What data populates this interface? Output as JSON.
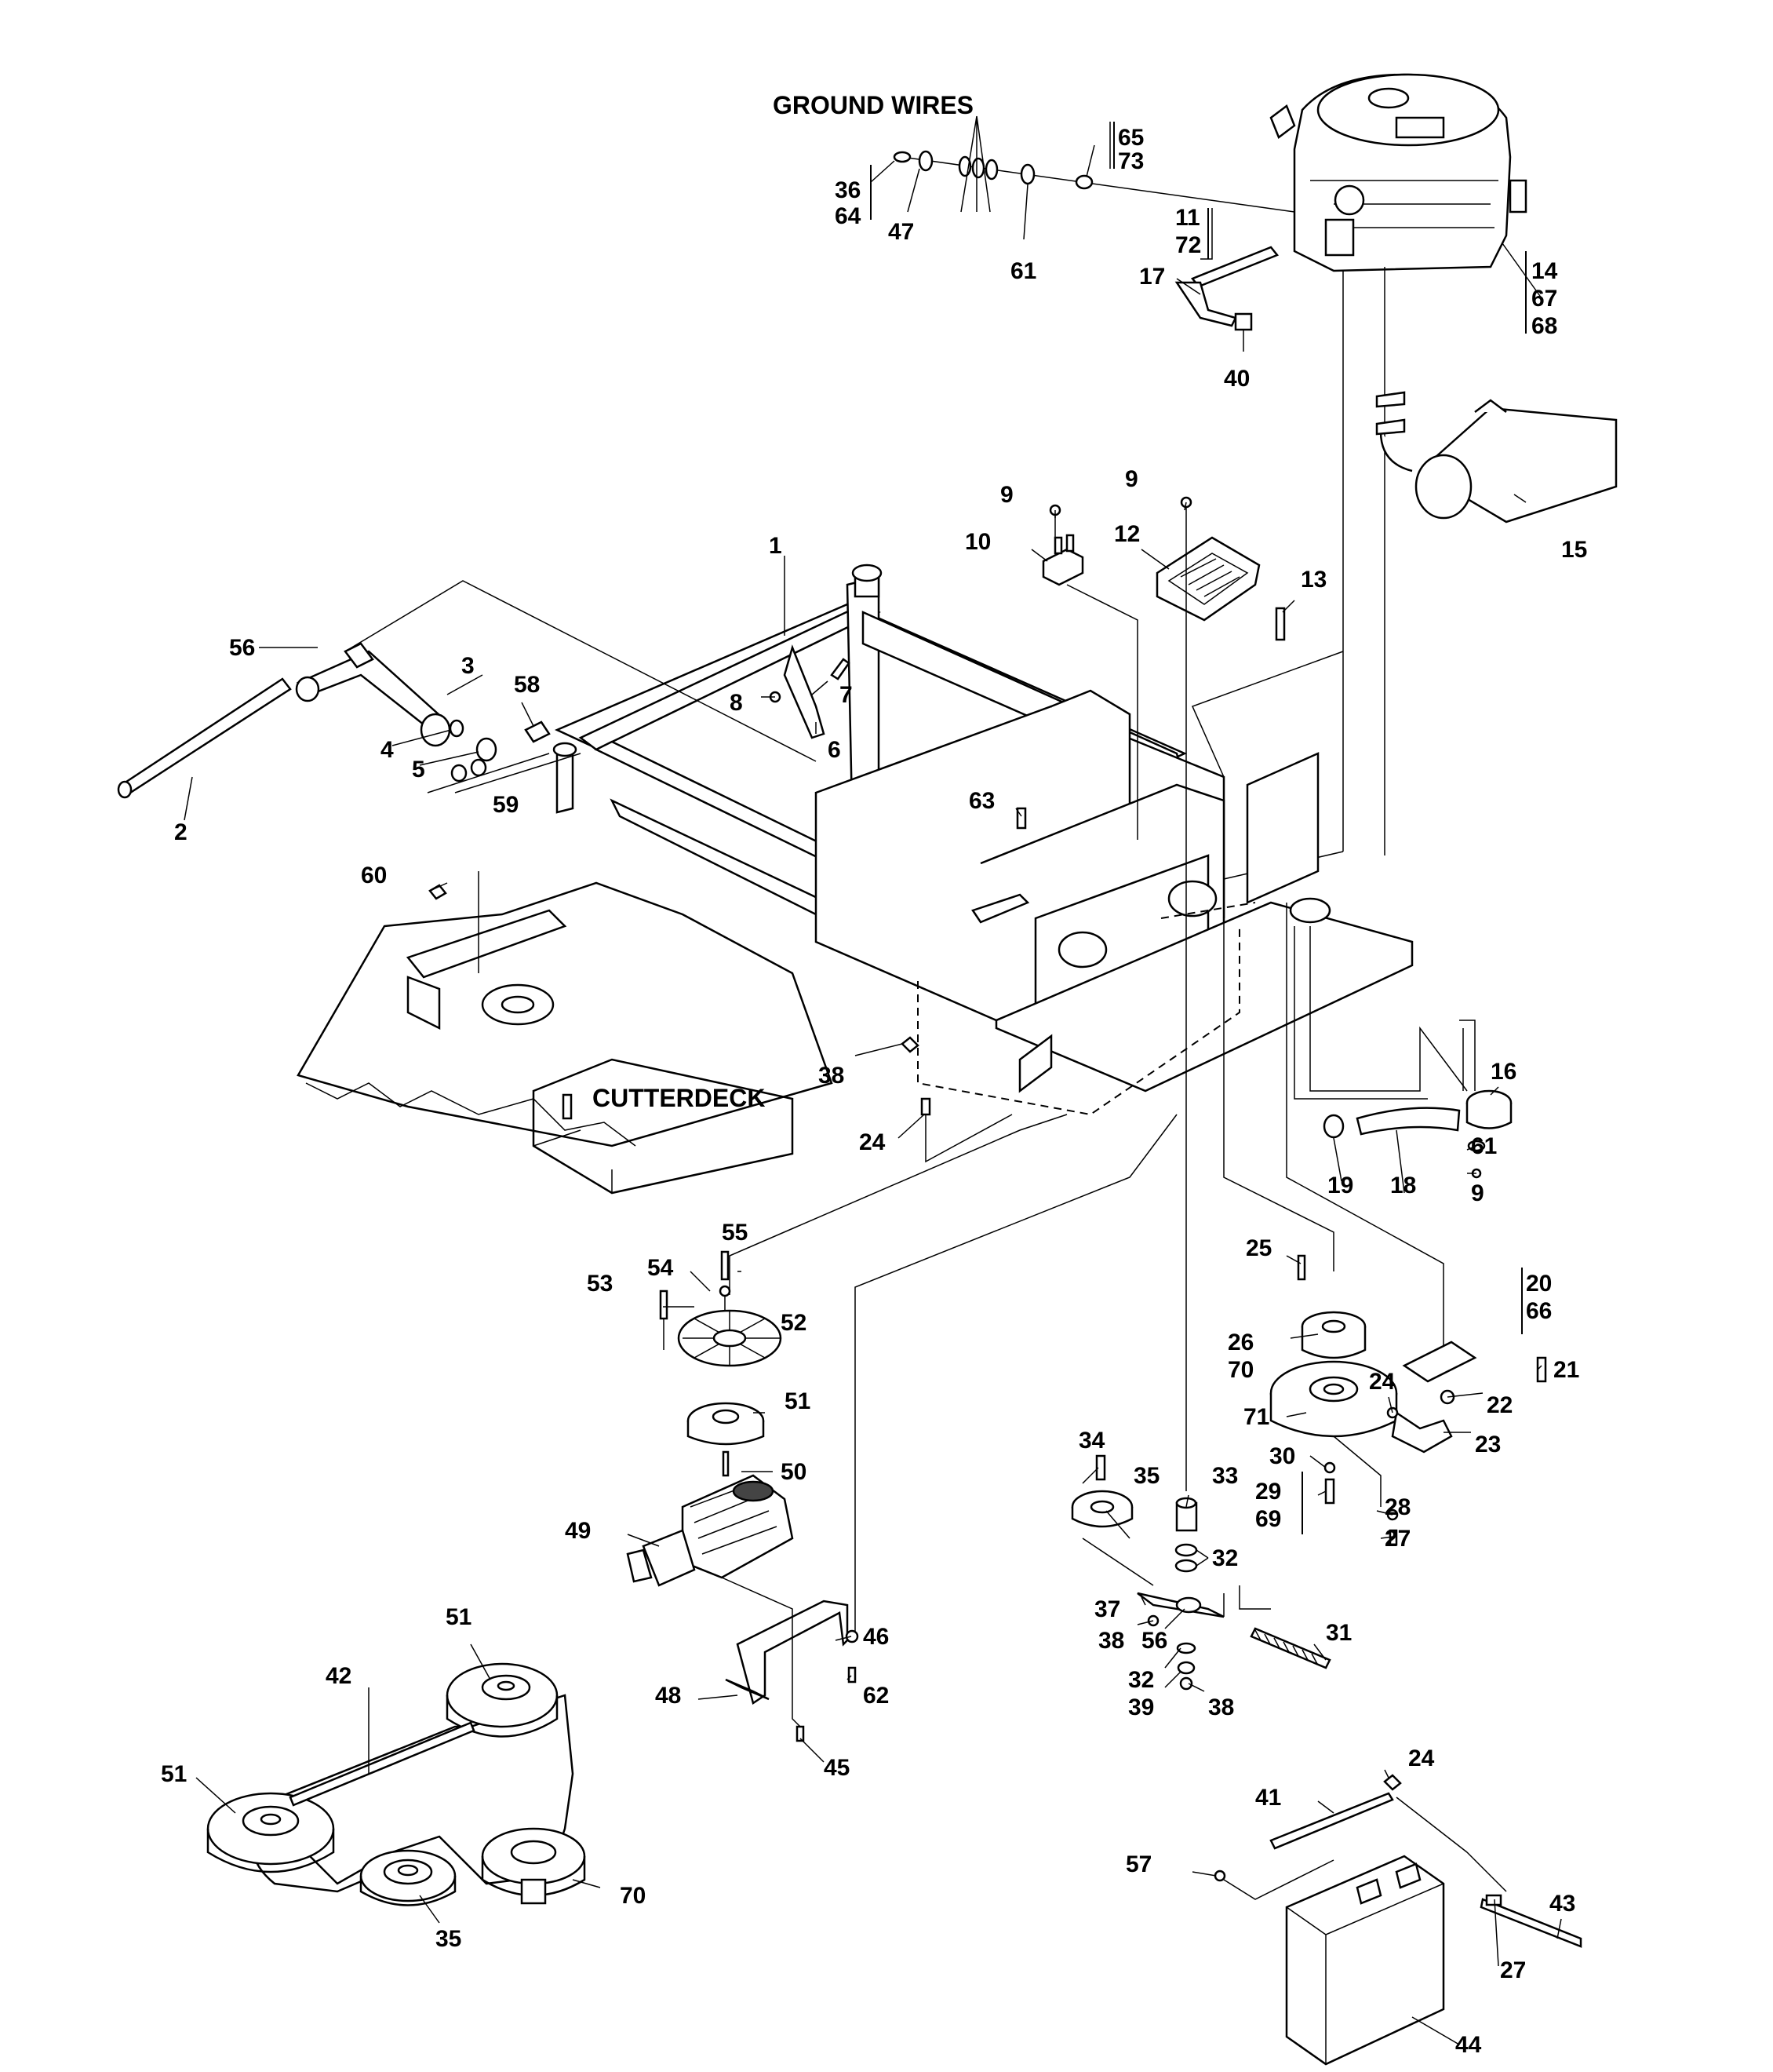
{
  "annotations": {
    "ground_wires": "GROUND WIRES",
    "cutterdeck": "CUTTERDECK"
  },
  "callouts": [
    {
      "id": "c1",
      "text": "1"
    },
    {
      "id": "c2",
      "text": "2"
    },
    {
      "id": "c3",
      "text": "3"
    },
    {
      "id": "c4",
      "text": "4"
    },
    {
      "id": "c5",
      "text": "5"
    },
    {
      "id": "c6",
      "text": "6"
    },
    {
      "id": "c7",
      "text": "7"
    },
    {
      "id": "c8",
      "text": "8"
    },
    {
      "id": "c9a",
      "text": "9"
    },
    {
      "id": "c9b",
      "text": "9"
    },
    {
      "id": "c9c",
      "text": "9"
    },
    {
      "id": "c10",
      "text": "10"
    },
    {
      "id": "c11",
      "text": "11"
    },
    {
      "id": "c72",
      "text": "72"
    },
    {
      "id": "c12",
      "text": "12"
    },
    {
      "id": "c13",
      "text": "13"
    },
    {
      "id": "c14",
      "text": "14"
    },
    {
      "id": "c67",
      "text": "67"
    },
    {
      "id": "c68",
      "text": "68"
    },
    {
      "id": "c15",
      "text": "15"
    },
    {
      "id": "c16",
      "text": "16"
    },
    {
      "id": "c17",
      "text": "17"
    },
    {
      "id": "c18",
      "text": "18"
    },
    {
      "id": "c19",
      "text": "19"
    },
    {
      "id": "c20",
      "text": "20"
    },
    {
      "id": "c66",
      "text": "66"
    },
    {
      "id": "c21",
      "text": "21"
    },
    {
      "id": "c22",
      "text": "22"
    },
    {
      "id": "c23",
      "text": "23"
    },
    {
      "id": "c24a",
      "text": "24"
    },
    {
      "id": "c24b",
      "text": "24"
    },
    {
      "id": "c24c",
      "text": "24"
    },
    {
      "id": "c25",
      "text": "25"
    },
    {
      "id": "c26",
      "text": "26"
    },
    {
      "id": "c70a",
      "text": "70"
    },
    {
      "id": "c27a",
      "text": "27"
    },
    {
      "id": "c27b",
      "text": "27"
    },
    {
      "id": "c28",
      "text": "28"
    },
    {
      "id": "c29",
      "text": "29"
    },
    {
      "id": "c69",
      "text": "69"
    },
    {
      "id": "c30",
      "text": "30"
    },
    {
      "id": "c31",
      "text": "31"
    },
    {
      "id": "c32a",
      "text": "32"
    },
    {
      "id": "c32b",
      "text": "32"
    },
    {
      "id": "c33",
      "text": "33"
    },
    {
      "id": "c34",
      "text": "34"
    },
    {
      "id": "c35a",
      "text": "35"
    },
    {
      "id": "c35b",
      "text": "35"
    },
    {
      "id": "c36",
      "text": "36"
    },
    {
      "id": "c64",
      "text": "64"
    },
    {
      "id": "c37",
      "text": "37"
    },
    {
      "id": "c38a",
      "text": "38"
    },
    {
      "id": "c38b",
      "text": "38"
    },
    {
      "id": "c38c",
      "text": "38"
    },
    {
      "id": "c39",
      "text": "39"
    },
    {
      "id": "c40",
      "text": "40"
    },
    {
      "id": "c41",
      "text": "41"
    },
    {
      "id": "c42",
      "text": "42"
    },
    {
      "id": "c43",
      "text": "43"
    },
    {
      "id": "c44",
      "text": "44"
    },
    {
      "id": "c45",
      "text": "45"
    },
    {
      "id": "c46",
      "text": "46"
    },
    {
      "id": "c47",
      "text": "47"
    },
    {
      "id": "c48",
      "text": "48"
    },
    {
      "id": "c49",
      "text": "49"
    },
    {
      "id": "c50",
      "text": "50"
    },
    {
      "id": "c51a",
      "text": "51"
    },
    {
      "id": "c51b",
      "text": "51"
    },
    {
      "id": "c51c",
      "text": "51"
    },
    {
      "id": "c52",
      "text": "52"
    },
    {
      "id": "c53",
      "text": "53"
    },
    {
      "id": "c54",
      "text": "54"
    },
    {
      "id": "c55",
      "text": "55"
    },
    {
      "id": "c56a",
      "text": "56"
    },
    {
      "id": "c56b",
      "text": "56"
    },
    {
      "id": "c57",
      "text": "57"
    },
    {
      "id": "c58",
      "text": "58"
    },
    {
      "id": "c59",
      "text": "59"
    },
    {
      "id": "c60",
      "text": "60"
    },
    {
      "id": "c61a",
      "text": "61"
    },
    {
      "id": "c61b",
      "text": "61"
    },
    {
      "id": "c62",
      "text": "62"
    },
    {
      "id": "c63",
      "text": "63"
    },
    {
      "id": "c65",
      "text": "65"
    },
    {
      "id": "c73",
      "text": "73"
    },
    {
      "id": "c70b",
      "text": "70"
    },
    {
      "id": "c71",
      "text": "71"
    }
  ]
}
